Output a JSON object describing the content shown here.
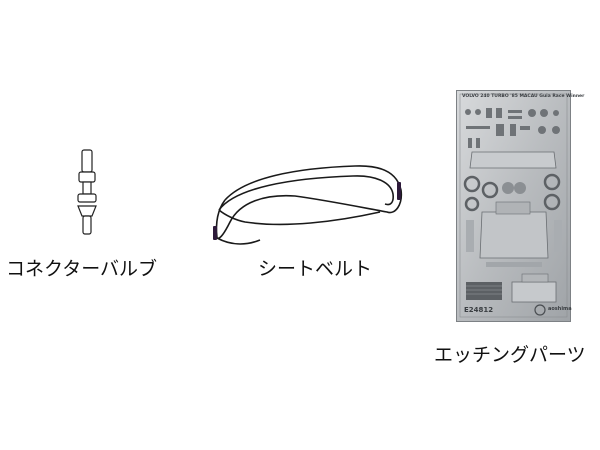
{
  "items": [
    {
      "icon": "connector-valve-icon",
      "label": "コネクターバルブ"
    },
    {
      "icon": "seat-belt-icon",
      "label": "シートベルト"
    },
    {
      "icon": "etching-parts-sheet-icon",
      "label": "エッチングパーツ",
      "sheet_header": "VOLVO 240 TURBO '85 MACAU Guia Race Winner",
      "sheet_code": "E24812",
      "sheet_brand": "aoshima"
    }
  ]
}
